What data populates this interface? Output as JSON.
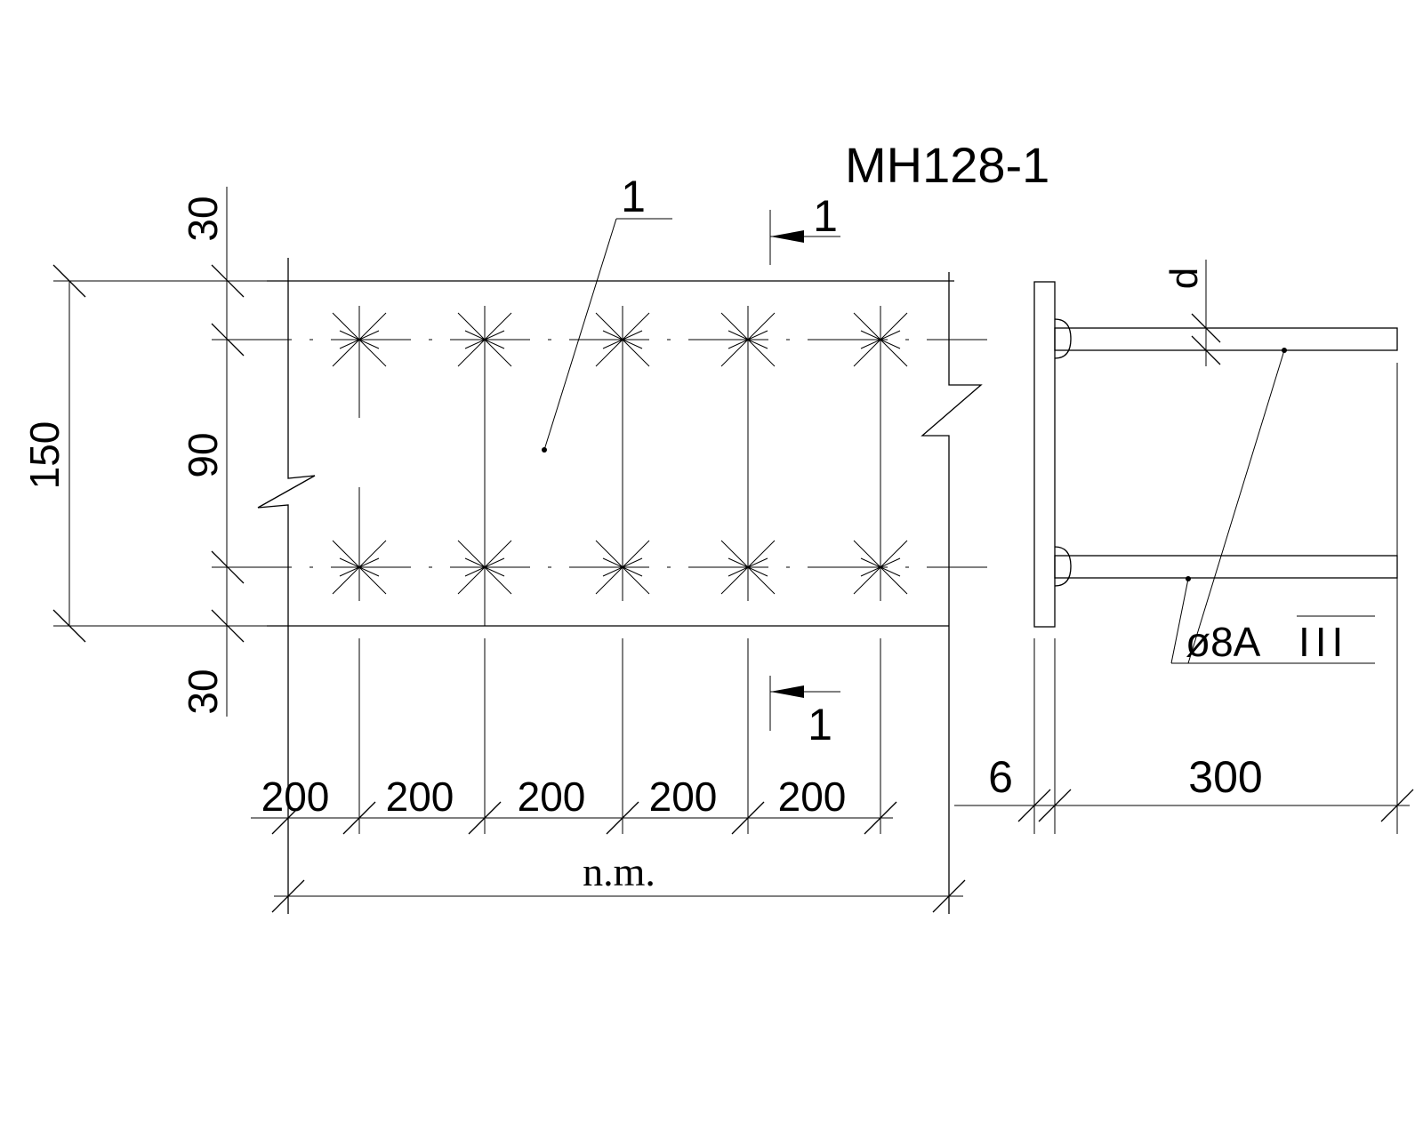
{
  "title": "МН128-1",
  "callout_part": "1",
  "section_mark": "1",
  "section_mark_bottom": "1",
  "dims": {
    "left_total": "150",
    "top_edge": "30",
    "middle": "90",
    "bottom_edge": "30",
    "spacings": [
      "200",
      "200",
      "200",
      "200",
      "200"
    ],
    "total_length": "n.m.",
    "plate_thickness": "6",
    "anchor_length": "300",
    "bar_diameter_label": "d"
  },
  "rebar_spec": {
    "prefix": "ø8А",
    "grade": "III"
  },
  "colors": {
    "line": "#000000",
    "background": "#ffffff"
  }
}
